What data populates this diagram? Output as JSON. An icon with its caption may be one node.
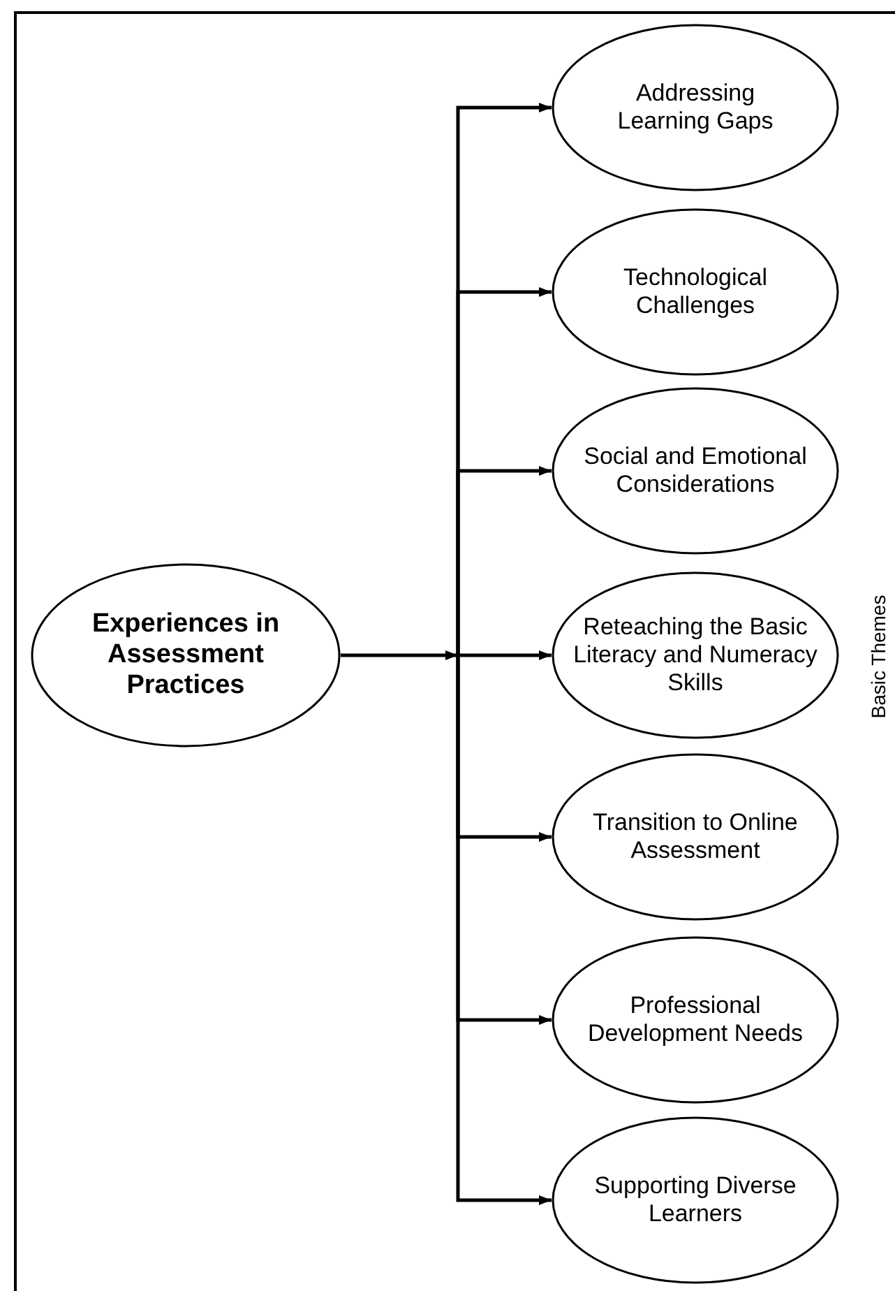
{
  "diagram": {
    "nodes": [
      {
        "text": [
          "Experiences in Assessment Practices"
        ]
      },
      {
        "text": [
          "Addressing Learning Gaps"
        ]
      },
      {
        "text": [
          "Technological Challenges"
        ]
      },
      {
        "text": [
          "Social and Emotional Considerations"
        ]
      },
      {
        "text": [
          "Reteaching the Basic Literacy and Numeracy Skills"
        ]
      },
      {
        "text": [
          "Transition to Online Assessment"
        ]
      },
      {
        "text": [
          "Professional Development Needs"
        ]
      },
      {
        "text": [
          "Supporting Diverse Learners"
        ]
      }
    ],
    "edges": [
      {
        "from": 0,
        "to": 1,
        "arrow": "to"
      },
      {
        "from": 0,
        "to": 2,
        "arrow": "to"
      },
      {
        "from": 0,
        "to": 3,
        "arrow": "to"
      },
      {
        "from": 0,
        "to": 4,
        "arrow": "to"
      },
      {
        "from": 0,
        "to": 5,
        "arrow": "to"
      },
      {
        "from": 0,
        "to": 6,
        "arrow": "to"
      },
      {
        "from": 0,
        "to": 7,
        "arrow": "to"
      }
    ],
    "labels": [
      "Basic Themes"
    ]
  }
}
